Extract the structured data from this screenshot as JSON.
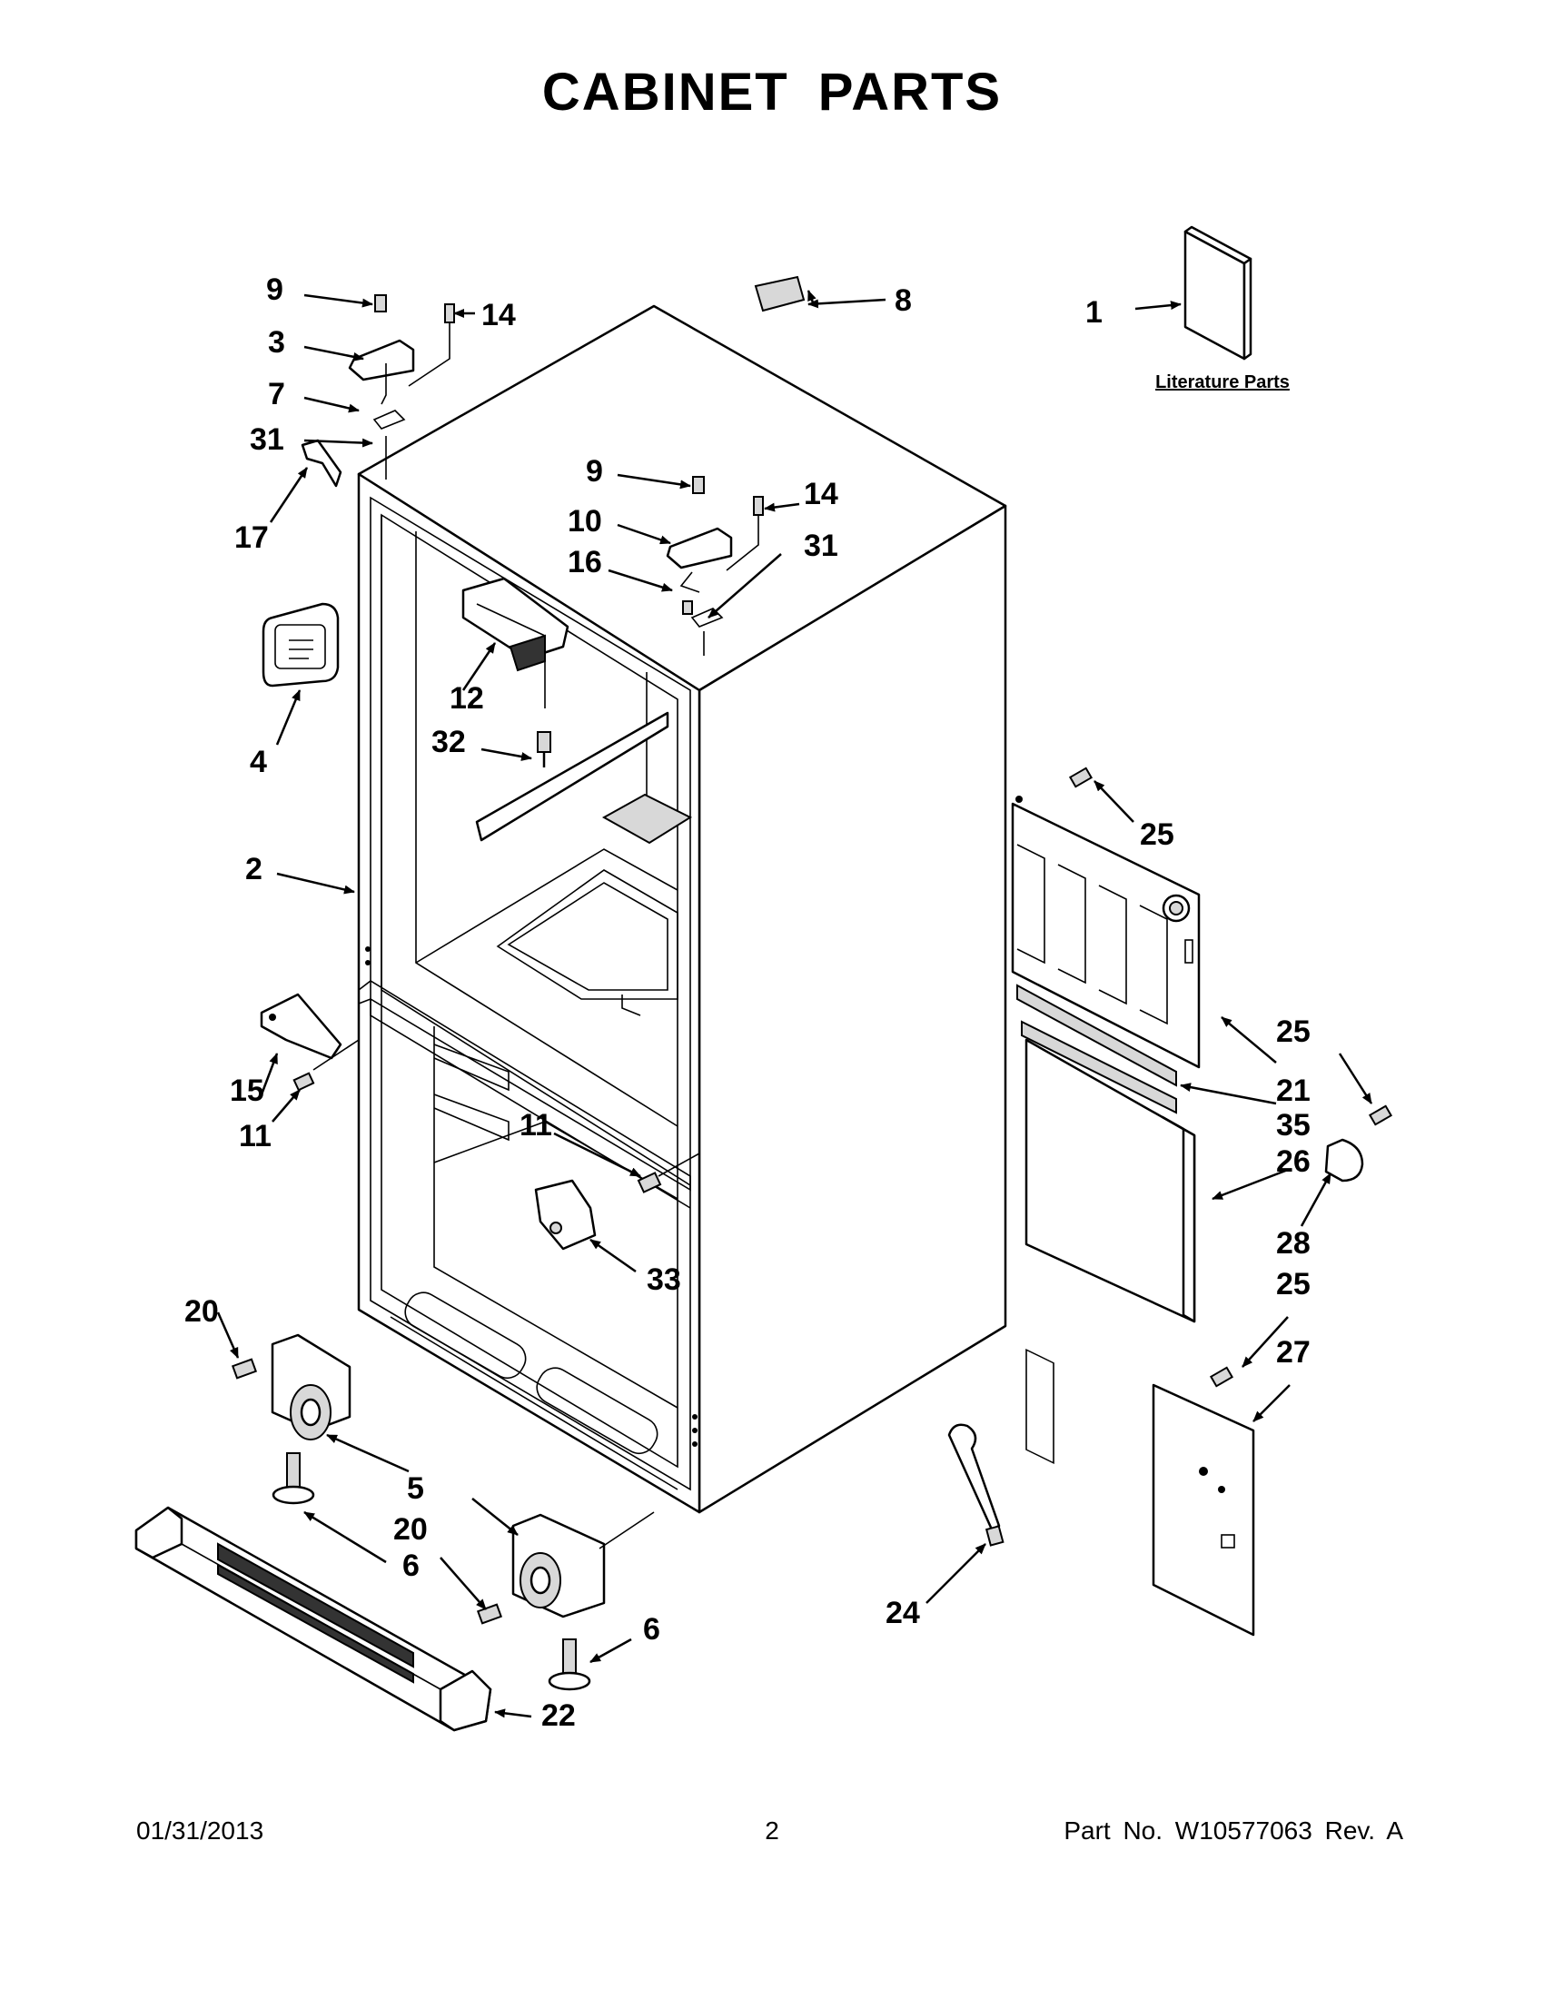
{
  "title": "CABINET PARTS",
  "literature_label": "Literature Parts",
  "callouts": {
    "c1": "1",
    "c2": "2",
    "c3": "3",
    "c4": "4",
    "c5": "5",
    "c6a": "6",
    "c6b": "6",
    "c7": "7",
    "c8": "8",
    "c9a": "9",
    "c9b": "9",
    "c10": "10",
    "c11a": "11",
    "c11b": "11",
    "c12": "12",
    "c14a": "14",
    "c14b": "14",
    "c15": "15",
    "c16": "16",
    "c17": "17",
    "c20a": "20",
    "c20b": "20",
    "c21": "21",
    "c22": "22",
    "c24": "24",
    "c25a": "25",
    "c25b": "25",
    "c25c": "25",
    "c26": "26",
    "c27": "27",
    "c28": "28",
    "c31a": "31",
    "c31b": "31",
    "c32": "32",
    "c33": "33",
    "c35": "35"
  },
  "footer": {
    "date": "01/31/2013",
    "page": "2",
    "part": "Part No.  W10577063  Rev.  A"
  }
}
